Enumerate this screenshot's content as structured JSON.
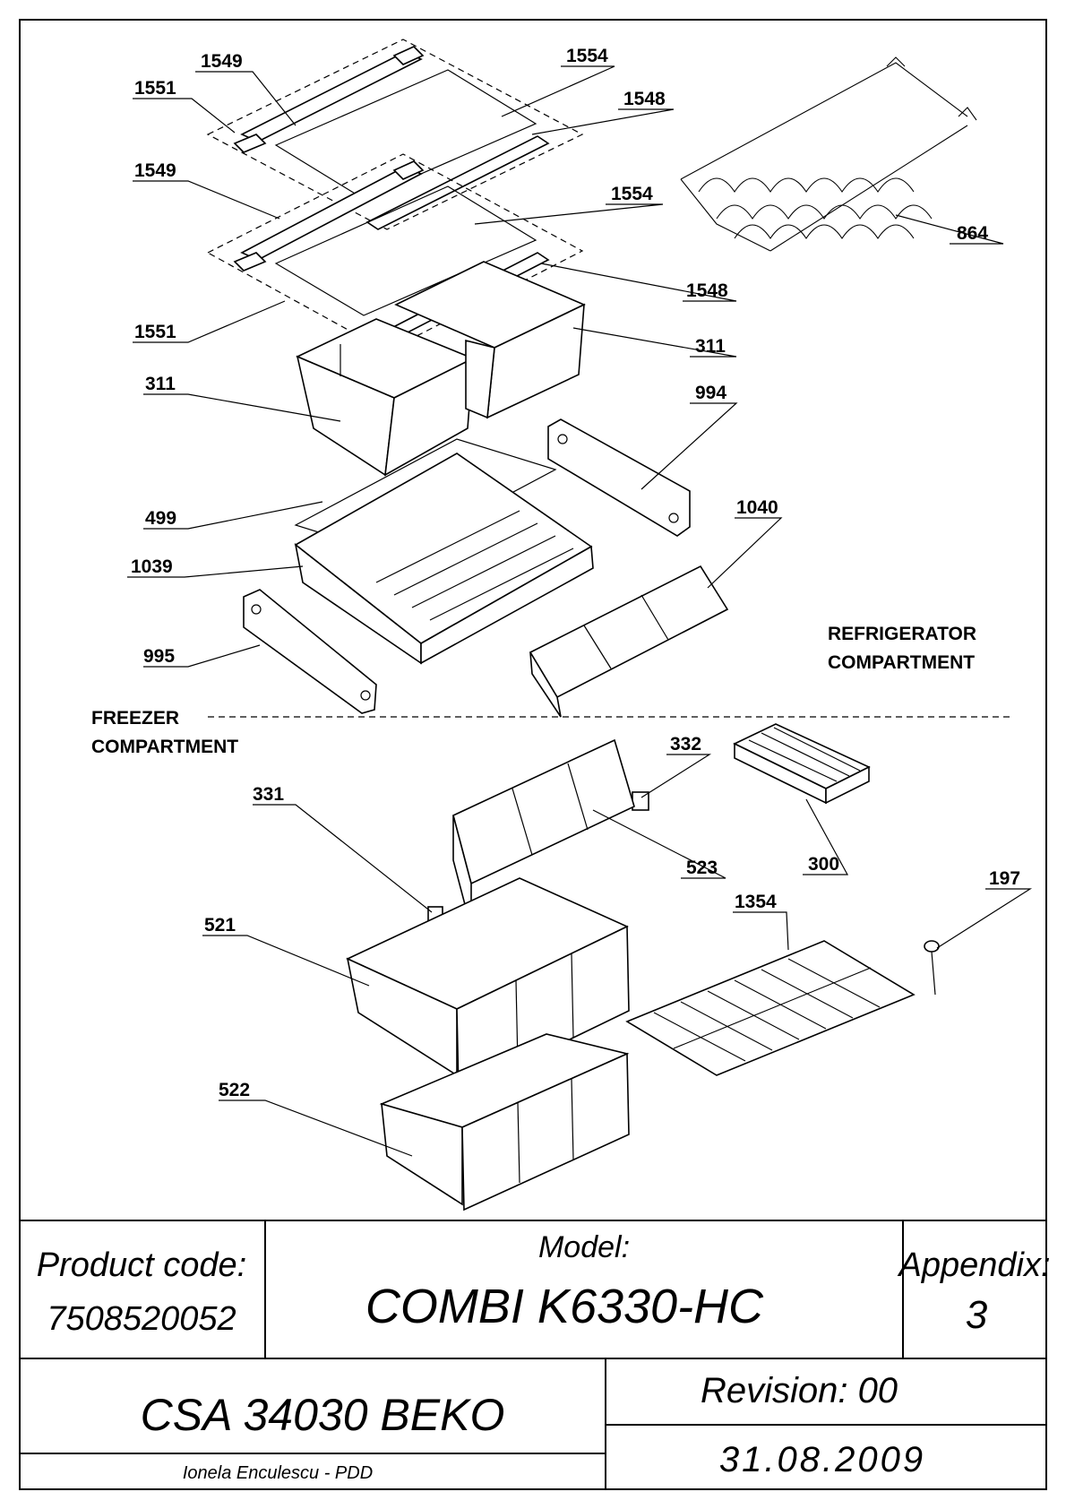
{
  "part_labels": {
    "p1549a": "1549",
    "p1551a": "1551",
    "p1554a": "1554",
    "p1548a": "1548",
    "p1549b": "1549",
    "p1554b": "1554",
    "p864": "864",
    "p1548b": "1548",
    "p1551b": "1551",
    "p311a": "311",
    "p311b": "311",
    "p994": "994",
    "p499": "499",
    "p1040": "1040",
    "p1039": "1039",
    "p995": "995",
    "p332": "332",
    "p331": "331",
    "p523": "523",
    "p300": "300",
    "p197": "197",
    "p1354": "1354",
    "p521": "521",
    "p522": "522"
  },
  "compartments": {
    "refrigerator_line1": "REFRIGERATOR",
    "refrigerator_line2": "COMPARTMENT",
    "freezer_line1": "FREEZER",
    "freezer_line2": "COMPARTMENT"
  },
  "title_block": {
    "product_code_label": "Product code:",
    "product_code_value": "7508520052",
    "model_label": "Model:",
    "model_value": "COMBI K6330-HC",
    "appendix_label": "Appendix:",
    "appendix_value": "3",
    "csa": "CSA 34030 BEKO",
    "revision": "Revision: 00",
    "author": "Ionela Enculescu - PDD",
    "date": "31.08.2009"
  }
}
